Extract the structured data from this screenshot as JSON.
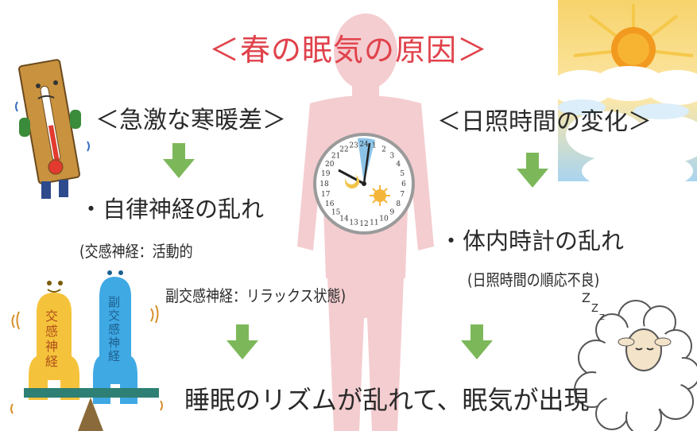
{
  "title": "＜春の眠気の原因＞",
  "left_column": {
    "heading": "＜急激な寒暖差＞",
    "bullet": "・自律神経の乱れ",
    "note_line1": "(交感神経：活動的",
    "note_line2": "副交感神経：リラックス状態)",
    "figure_left_label": "交感神経",
    "figure_right_label": "副交感神経"
  },
  "right_column": {
    "heading": "＜日照時間の変化＞",
    "bullet": "・体内時計の乱れ",
    "note": "(日照時間の順応不良)"
  },
  "conclusion": "睡眠のリズムが乱れて、眠気が出現",
  "clock_numbers": [
    "24",
    "1",
    "2",
    "3",
    "4",
    "5",
    "6",
    "7",
    "8",
    "9",
    "10",
    "11",
    "12",
    "13",
    "14",
    "15",
    "16",
    "17",
    "18",
    "19",
    "20",
    "21",
    "22",
    "23"
  ],
  "colors": {
    "title": "#e0424b",
    "arrow": "#7cb85a",
    "body_silhouette": "#f2c9cc",
    "sympathetic": "#f5c33b",
    "parasympathetic": "#3fa9e4"
  },
  "icons": {
    "thermometer": "thermometer-character-icon",
    "sun": "sun-clouds-icon",
    "sheep": "sleeping-sheep-icon",
    "clock": "24h-clock-icon"
  }
}
